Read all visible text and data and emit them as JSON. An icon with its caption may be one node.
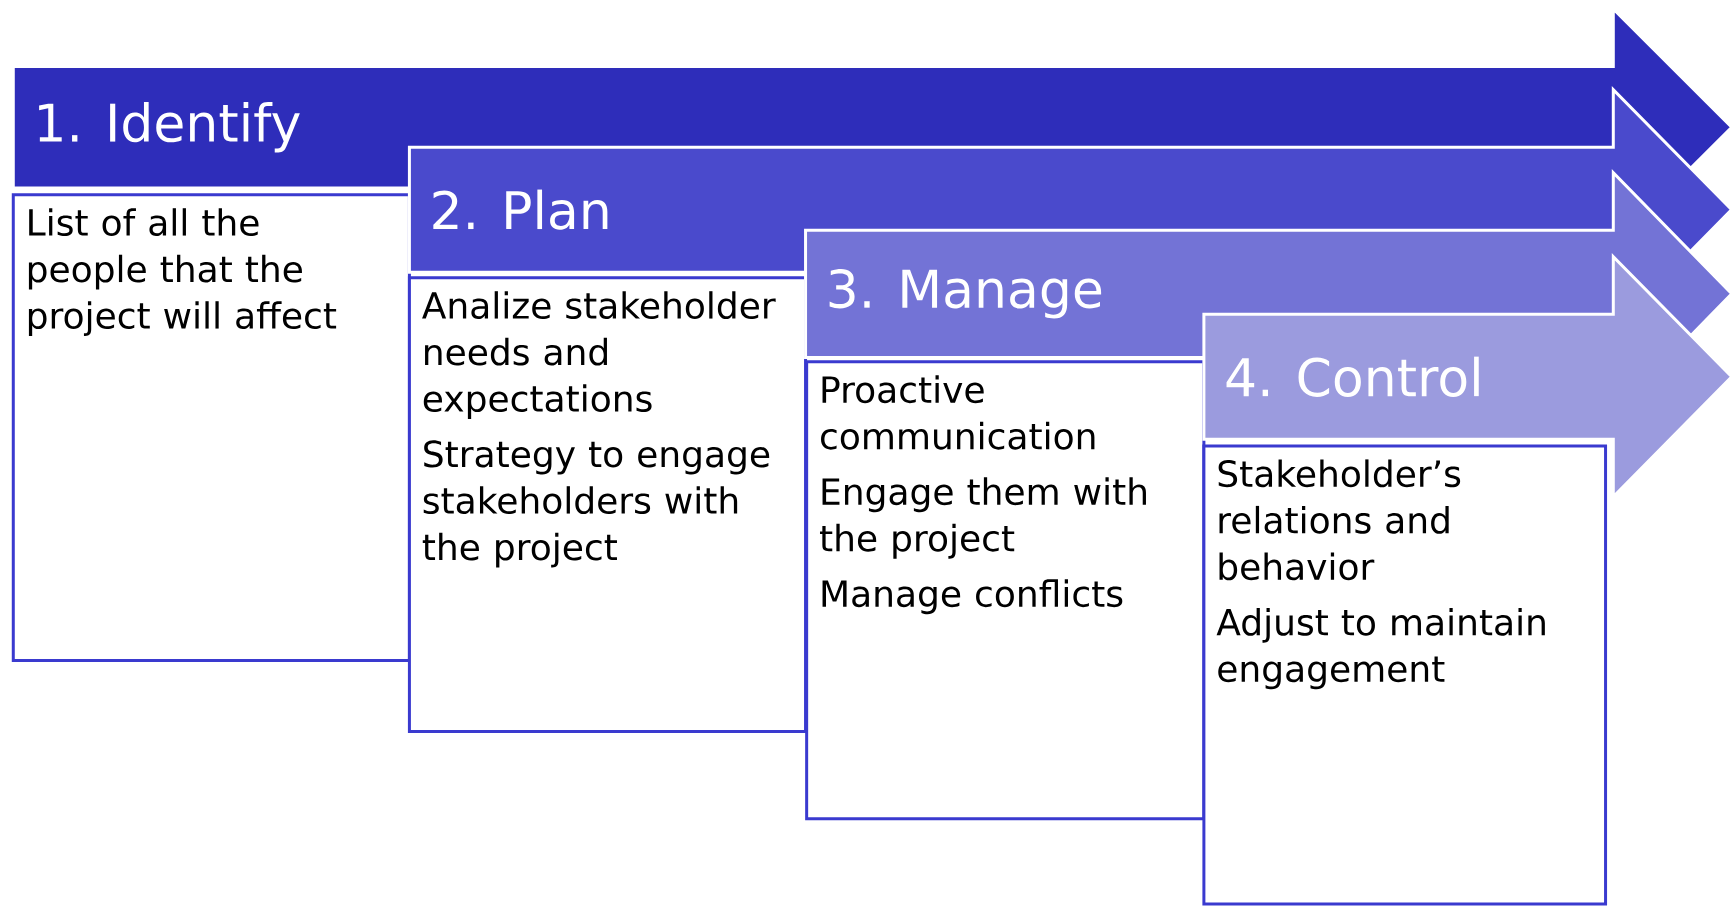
{
  "diagram": {
    "nodes": [
      {
        "text": [
          "1. Identify"
        ]
      },
      {
        "text": [
          "List of all the people that the project will affect"
        ]
      },
      {
        "text": [
          "2. Plan"
        ]
      },
      {
        "text": [
          "Analize stakeholder needs and expectations",
          "Strategy to engage stakeholders with the project"
        ]
      },
      {
        "text": [
          "3. Manage"
        ]
      },
      {
        "text": [
          "Proactive communication",
          "Engage them with the project",
          "Manage conflicts"
        ]
      },
      {
        "text": [
          "4. Control"
        ]
      },
      {
        "text": [
          "Stakeholder’s relations and behavior",
          "Adjust to maintain engagement"
        ]
      }
    ]
  }
}
